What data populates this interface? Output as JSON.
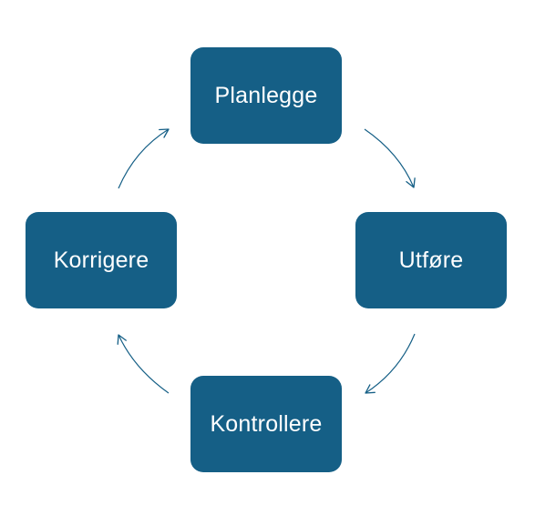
{
  "diagram": {
    "nodes": [
      {
        "id": "plan",
        "label": "Planlegge"
      },
      {
        "id": "execute",
        "label": "Utføre"
      },
      {
        "id": "check",
        "label": "Kontrollere"
      },
      {
        "id": "correct",
        "label": "Korrigere"
      }
    ],
    "edges": [
      {
        "from": "plan",
        "to": "execute"
      },
      {
        "from": "execute",
        "to": "check"
      },
      {
        "from": "check",
        "to": "correct"
      },
      {
        "from": "correct",
        "to": "plan"
      }
    ],
    "colors": {
      "node_fill": "#155f86",
      "node_text": "#ffffff",
      "arrow": "#155f86",
      "background": "#ffffff"
    }
  }
}
